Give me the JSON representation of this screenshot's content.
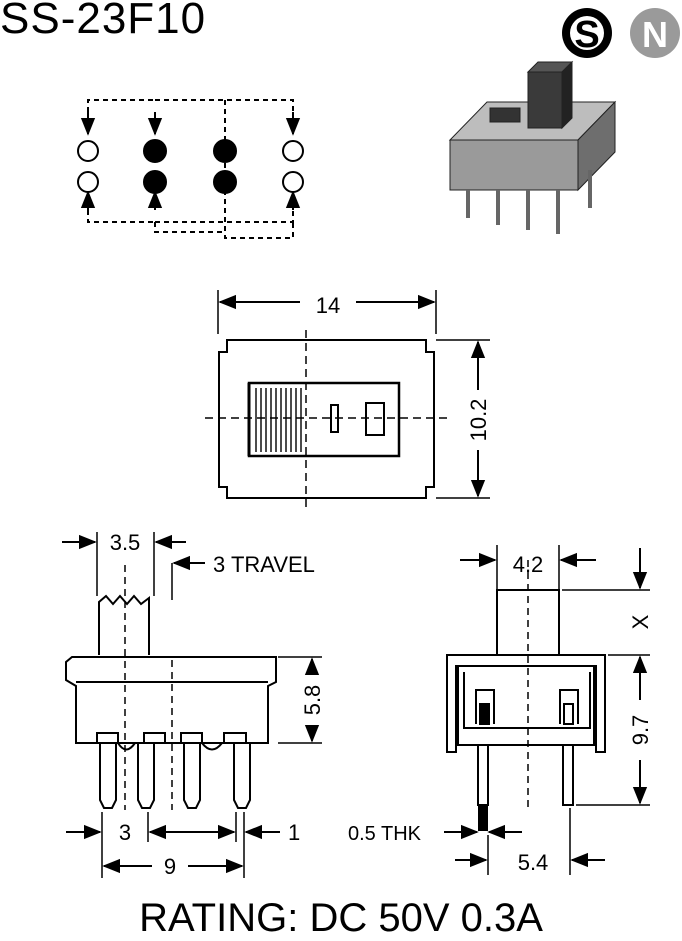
{
  "title": "SS-23F10",
  "logos": {
    "s_logo": "S",
    "n_logo": "N"
  },
  "dimensions": {
    "top_width": "14",
    "top_height": "10.2",
    "handle_width": "3.5",
    "travel": "3 TRAVEL",
    "body_height": "5.8",
    "pin_pitch": "3",
    "pin_offset": "1",
    "pin_span": "9",
    "end_handle_width": "4.2",
    "handle_height": "X",
    "end_height": "9.7",
    "thickness": "0.5 THK",
    "pin_row_spacing": "5.4"
  },
  "rating": "RATING: DC 50V 0.3A",
  "colors": {
    "ink": "#000000",
    "logo_grey": "#9a9a9a",
    "body_grey": "#8a8a8a"
  }
}
